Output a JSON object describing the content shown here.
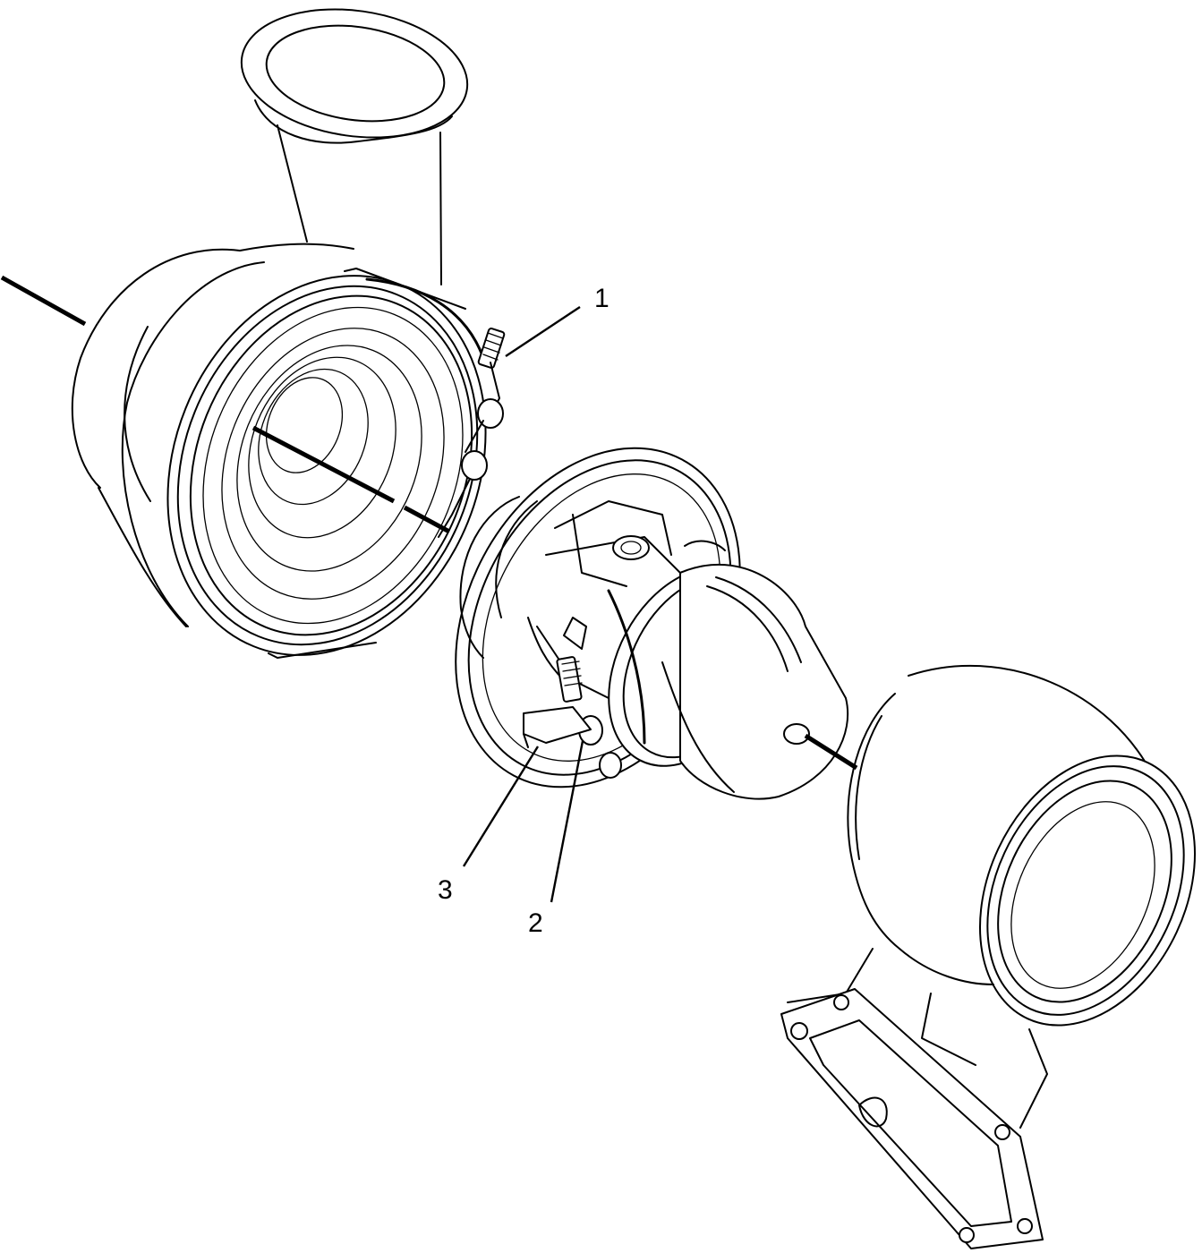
{
  "callouts": [
    {
      "label": "1",
      "part": "v-band-clamp-upper"
    },
    {
      "label": "2",
      "part": "v-band-clamp-lower-nut"
    },
    {
      "label": "3",
      "part": "v-band-clamp-lower-bracket"
    }
  ]
}
